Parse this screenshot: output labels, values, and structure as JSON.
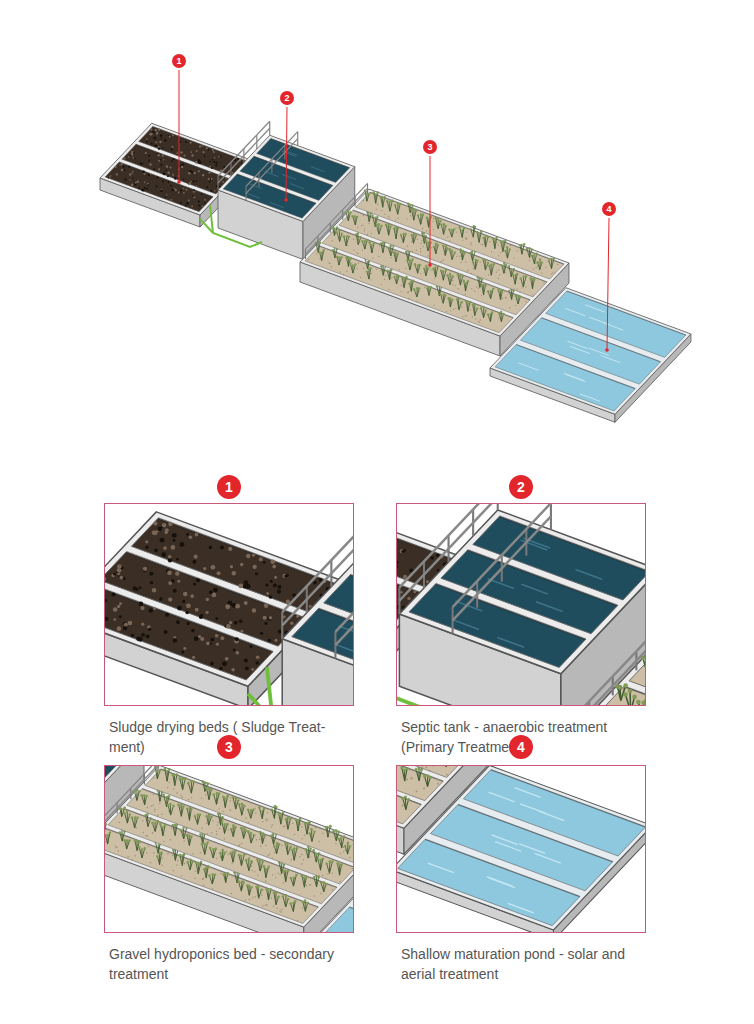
{
  "diagram": {
    "nodes": [
      {
        "text": [
          "1"
        ]
      },
      {
        "text": [
          "2"
        ]
      },
      {
        "text": [
          "3"
        ]
      },
      {
        "text": [
          "4"
        ]
      },
      {
        "text": [
          "1"
        ]
      },
      {
        "text": [
          "Sludge drying beds ( Sludge Treat- ment)"
        ]
      },
      {
        "text": [
          "2"
        ]
      },
      {
        "text": [
          "Septic tank - anaerobic treatment (Primary Treatment)"
        ]
      },
      {
        "text": [
          "3"
        ]
      },
      {
        "text": [
          "Gravel hydroponics bed - secondary treatment"
        ]
      },
      {
        "text": [
          "4"
        ]
      },
      {
        "text": [
          "Shallow maturation pond - solar and aerial treatment"
        ]
      }
    ]
  }
}
